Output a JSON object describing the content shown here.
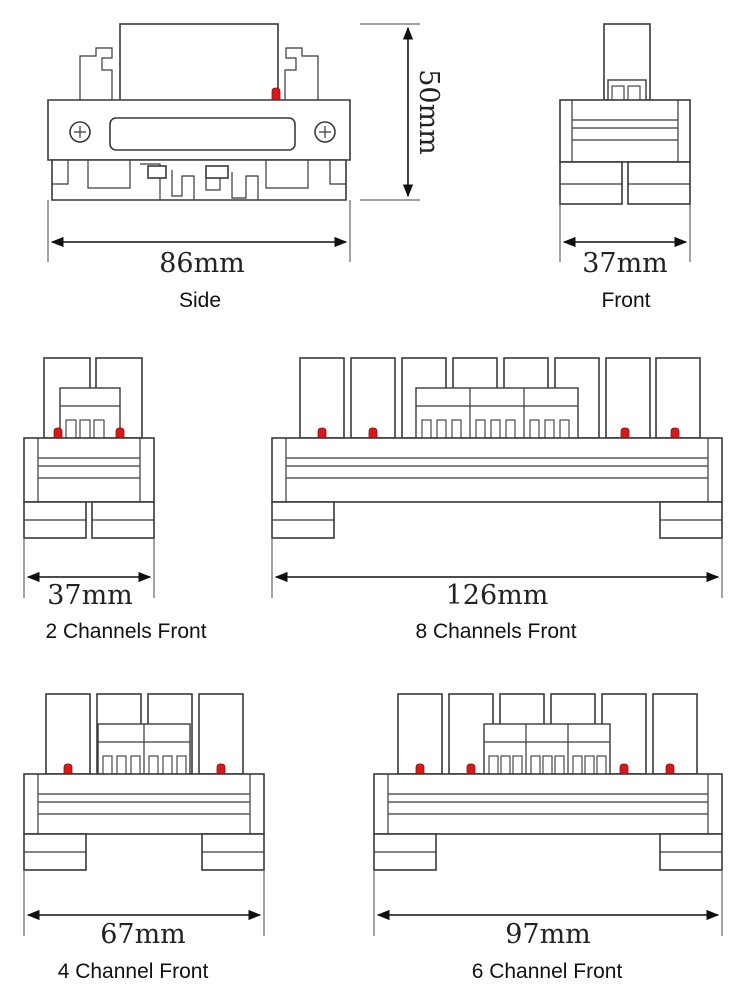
{
  "views": [
    {
      "id": "side",
      "dimension": "86mm",
      "caption": "Side",
      "height_dimension": "50mm"
    },
    {
      "id": "front",
      "dimension": "37mm",
      "caption": "Front"
    },
    {
      "id": "two-channel",
      "dimension": "37mm",
      "caption": "2 Channels Front"
    },
    {
      "id": "eight-channel",
      "dimension": "126mm",
      "caption": "8 Channels Front"
    },
    {
      "id": "four-channel",
      "dimension": "67mm",
      "caption": "4 Channel Front"
    },
    {
      "id": "six-channel",
      "dimension": "97mm",
      "caption": "6 Channel Front"
    }
  ],
  "colors": {
    "led": "#d7191c",
    "outline": "#3a3a3a",
    "text": "#111111"
  }
}
